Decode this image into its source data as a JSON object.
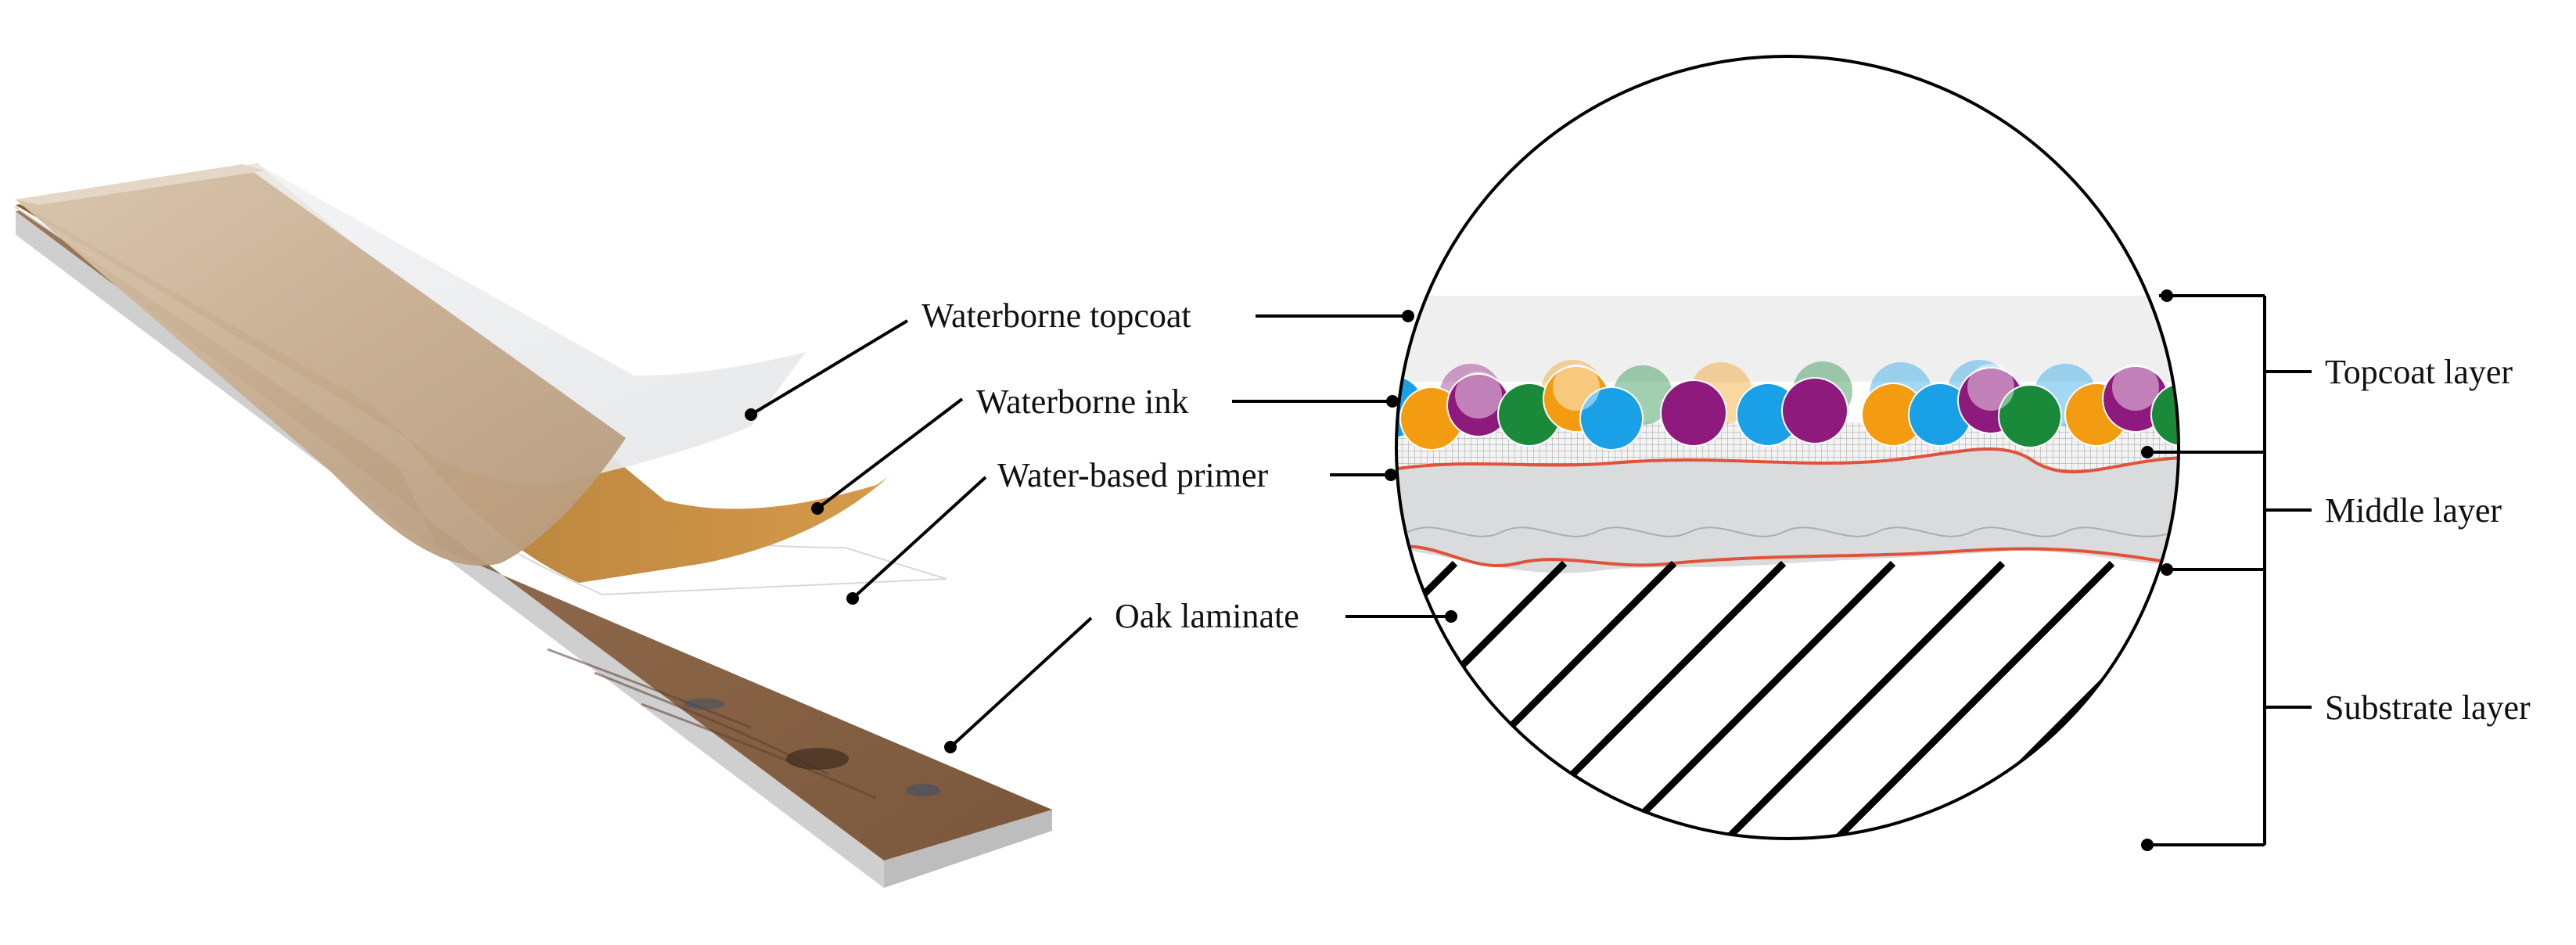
{
  "labels": {
    "waterborne_topcoat": "Waterborne topcoat",
    "waterborne_ink": "Waterborne ink",
    "water_based_primer": "Water-based primer",
    "oak_laminate": "Oak laminate"
  },
  "layer_brackets": {
    "topcoat_layer": "Topcoat layer",
    "middle_layer": "Middle layer",
    "substrate_layer": "Substrate layer"
  },
  "colors": {
    "line": "#000000",
    "topcoat_film": "#efefef",
    "primer_band": "#d9d9d9",
    "primer_edge": "#e0533a",
    "ink_orange": "#f39c12",
    "ink_purple": "#8e1a7e",
    "ink_green": "#1a8a3a",
    "ink_blue": "#1aa0e6",
    "oak_light": "#c9b095",
    "oak_dark": "#8a6446",
    "ink_film": "#b8843f"
  }
}
